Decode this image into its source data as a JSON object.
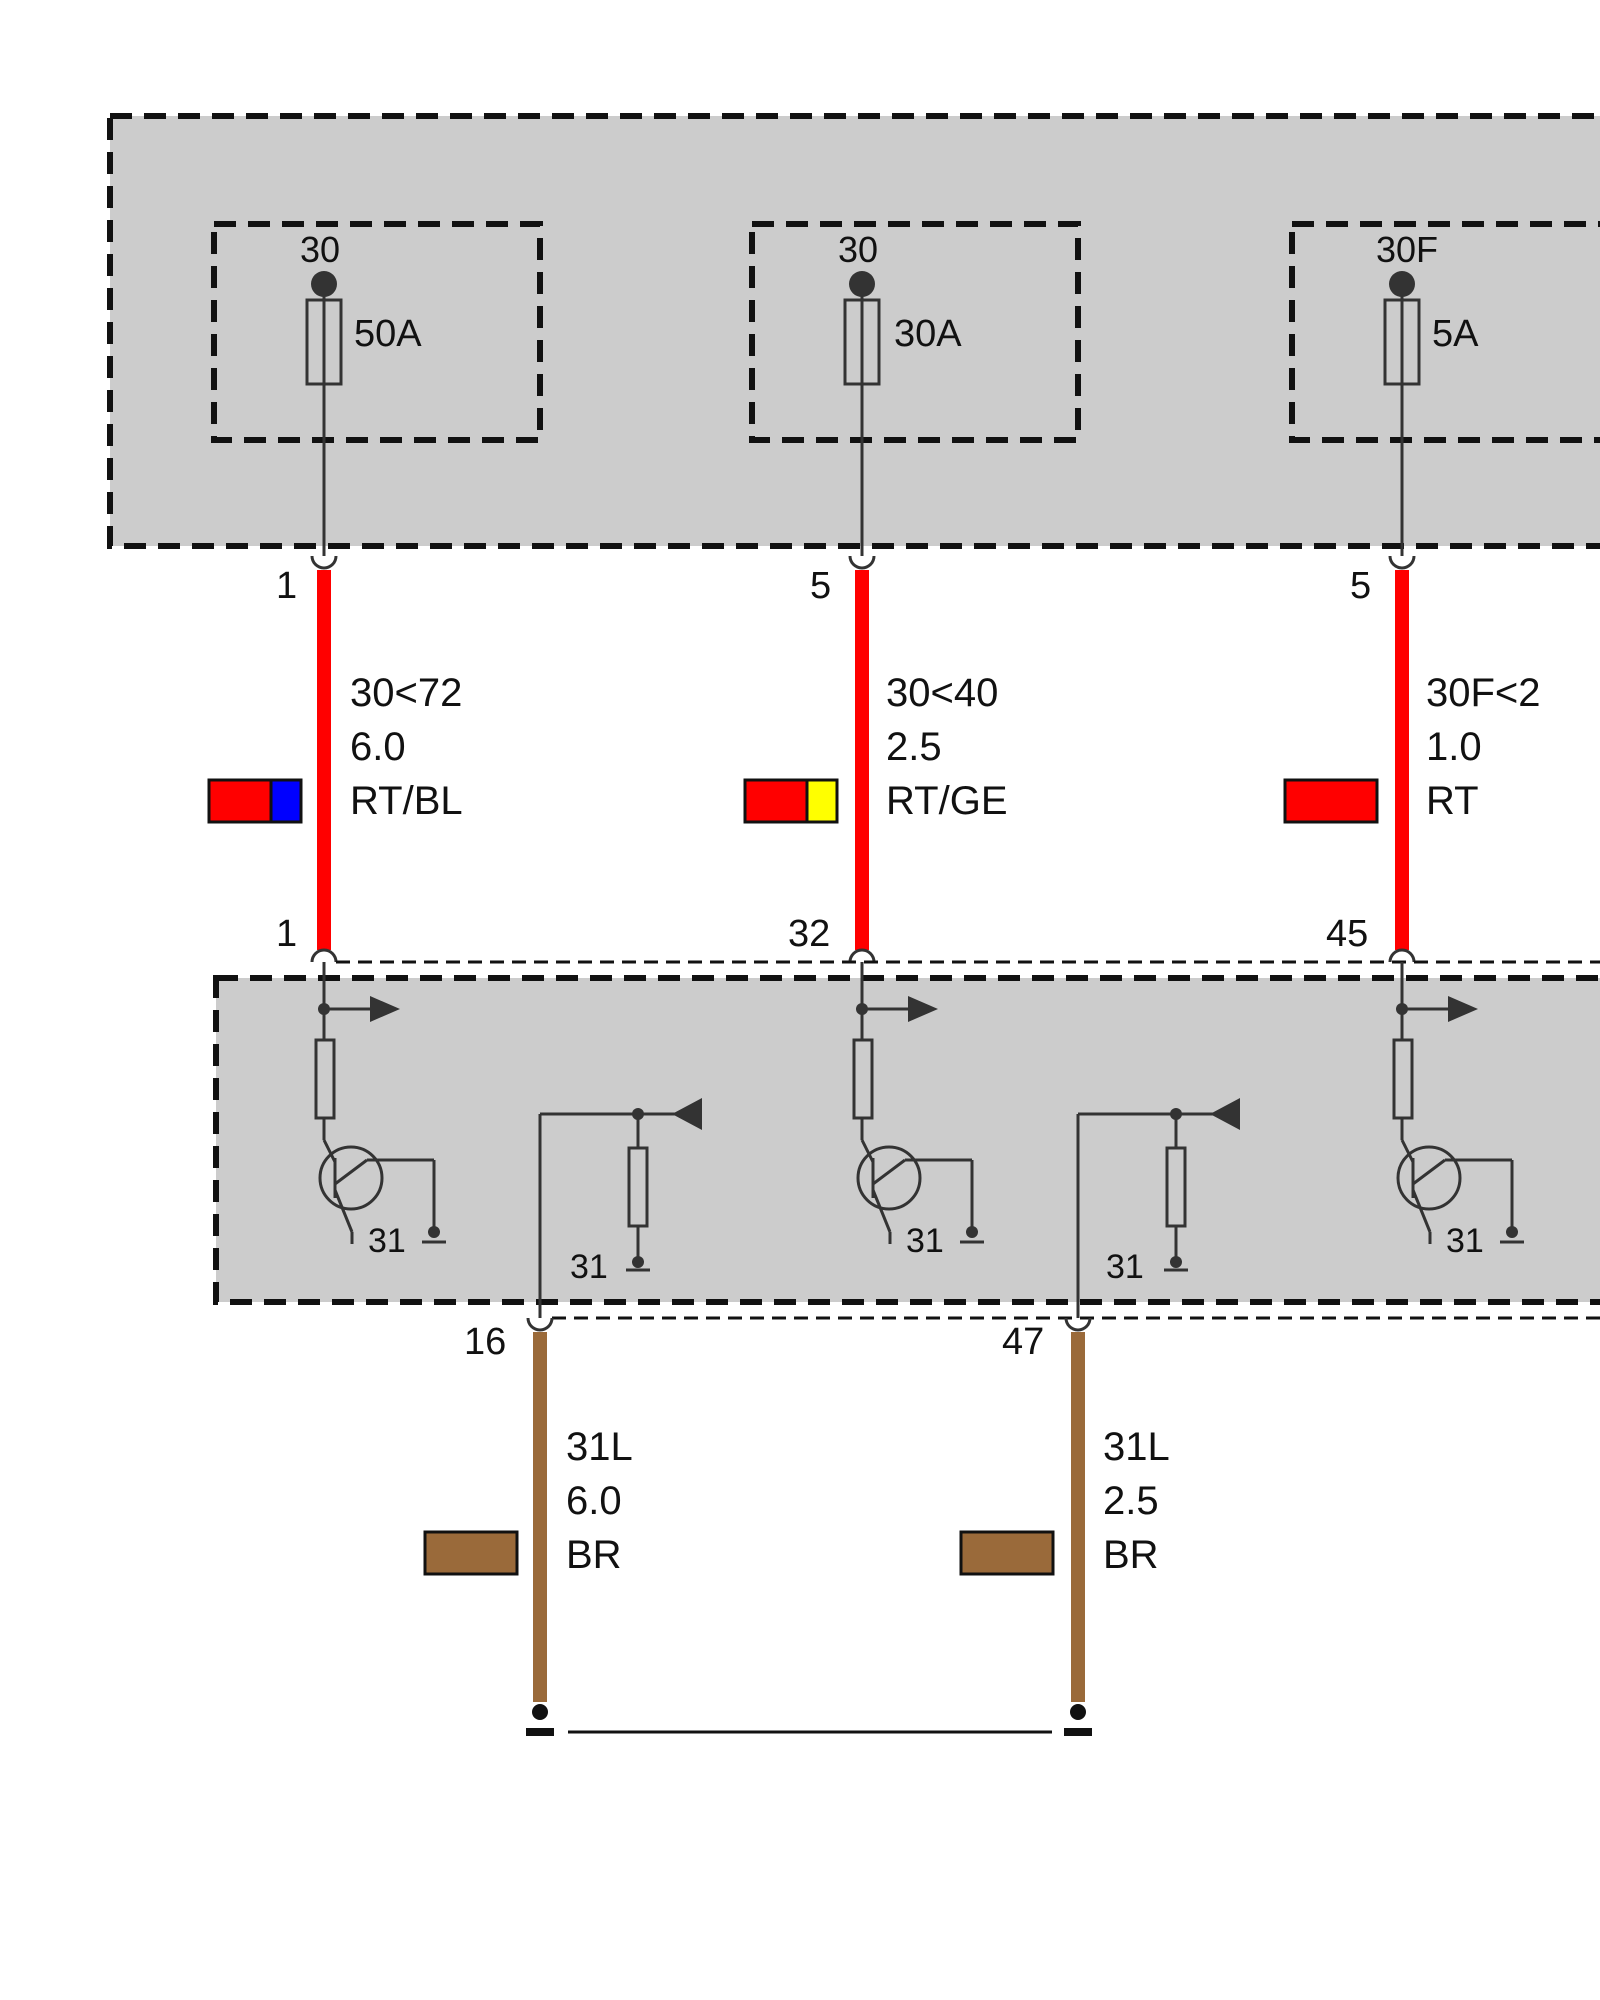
{
  "fuses": [
    {
      "terminal": "30",
      "rating": "50A"
    },
    {
      "terminal": "30",
      "rating": "30A"
    },
    {
      "terminal": "30F",
      "rating": "5A"
    }
  ],
  "wires": [
    {
      "pin_top": "1",
      "pin_bottom": "1",
      "circuit": "30<72",
      "gauge": "6.0",
      "color_code": "RT/BL",
      "main_color": "#ff0000",
      "stripe_color": "#0000ff"
    },
    {
      "pin_top": "5",
      "pin_bottom": "32",
      "circuit": "30<40",
      "gauge": "2.5",
      "color_code": "RT/GE",
      "main_color": "#ff0000",
      "stripe_color": "#ffff00"
    },
    {
      "pin_top": "5",
      "pin_bottom": "45",
      "circuit": "30F<2",
      "gauge": "1.0",
      "color_code": "RT",
      "main_color": "#ff0000"
    }
  ],
  "module_ground_labels": [
    "31",
    "31",
    "31",
    "31",
    "31"
  ],
  "ground_wires": [
    {
      "pin": "16",
      "circuit": "31L",
      "gauge": "6.0",
      "color_code": "BR",
      "main_color": "#9a6a3a"
    },
    {
      "pin": "47",
      "circuit": "31L",
      "gauge": "2.5",
      "color_code": "BR",
      "main_color": "#9a6a3a"
    }
  ],
  "colors": {
    "box_fill": "#cccccc",
    "red_wire": "#ff0000",
    "brown_wire": "#9a6a3a",
    "line": "#333333"
  }
}
